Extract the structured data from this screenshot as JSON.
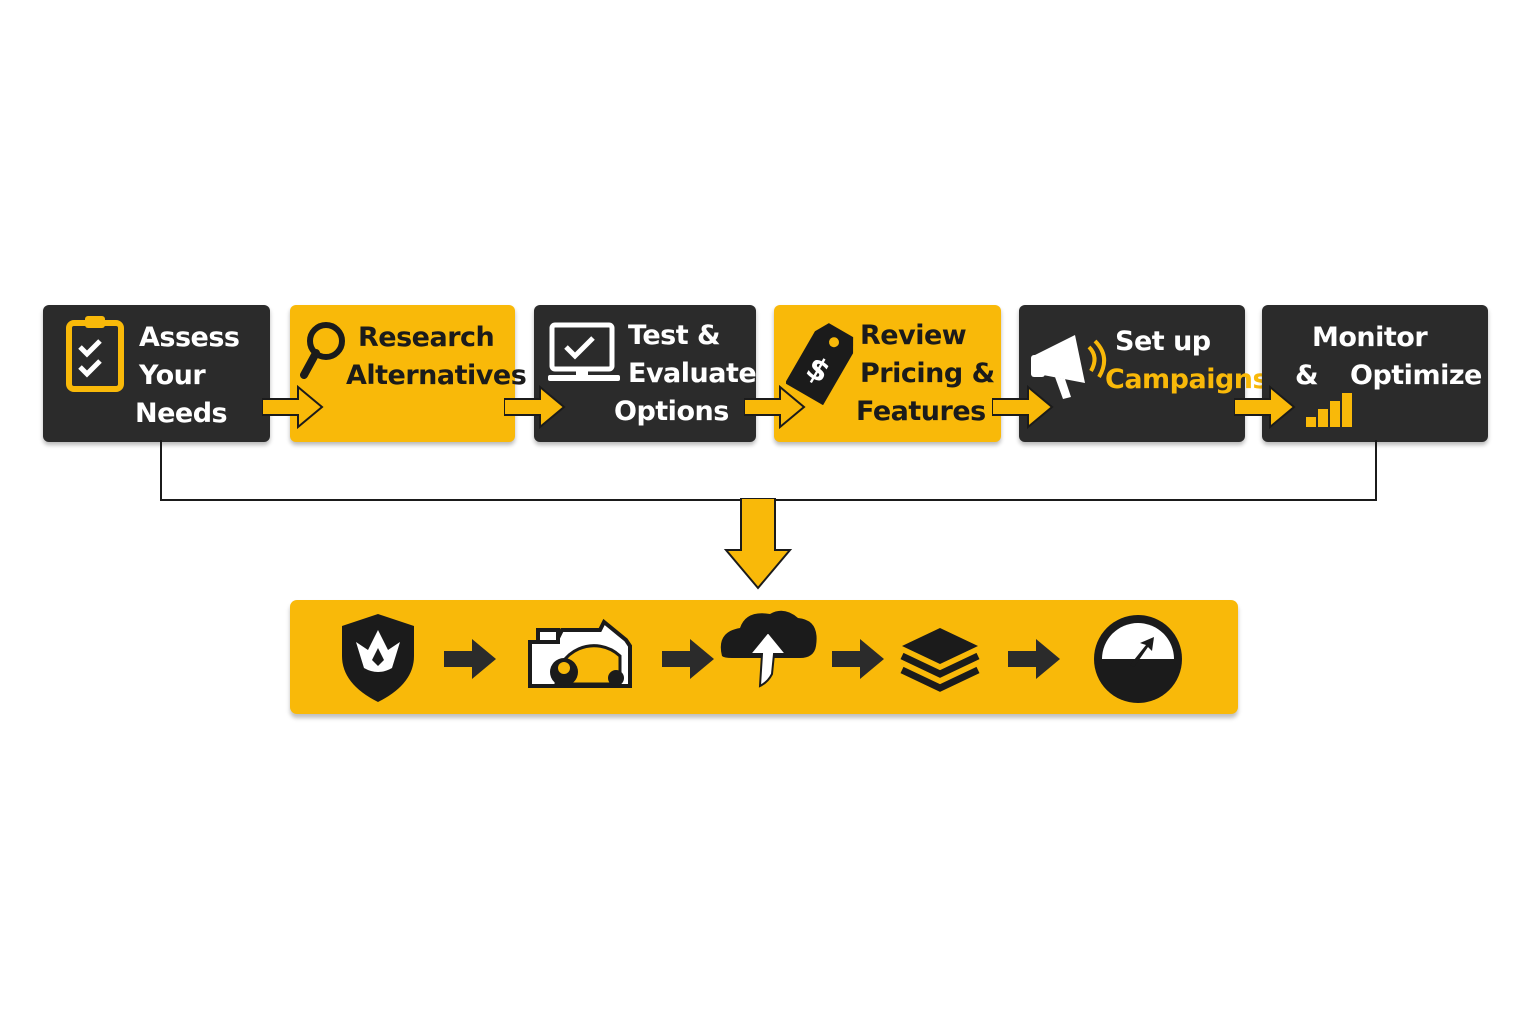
{
  "steps": [
    {
      "lines": [
        "Assess",
        "Your",
        "Needs"
      ],
      "icon": "clipboard-check-icon",
      "theme": "dark"
    },
    {
      "lines": [
        "Research",
        "Alternatives"
      ],
      "icon": "magnifier-icon",
      "theme": "gold"
    },
    {
      "lines": [
        "Test &",
        "Evaluate",
        "Options"
      ],
      "icon": "monitor-check-icon",
      "theme": "dark"
    },
    {
      "lines": [
        "Review",
        "Pricing &",
        "Features"
      ],
      "icon": "price-tag-icon",
      "theme": "gold"
    },
    {
      "lines": [
        "Set up",
        "Campaigns"
      ],
      "icon": "megaphone-icon",
      "theme": "dark"
    },
    {
      "lines": [
        "Monitor",
        "&",
        "Optimize"
      ],
      "icon": "bar-chart-icon",
      "theme": "dark"
    }
  ],
  "bottom_icons": [
    "shield-icon",
    "camera-gauge-icon",
    "cloud-upload-icon",
    "layers-icon",
    "speed-gauge-icon"
  ],
  "colors": {
    "gold": "#f9b909",
    "dark": "#2b2b2b",
    "line": "#1b1b1b"
  }
}
